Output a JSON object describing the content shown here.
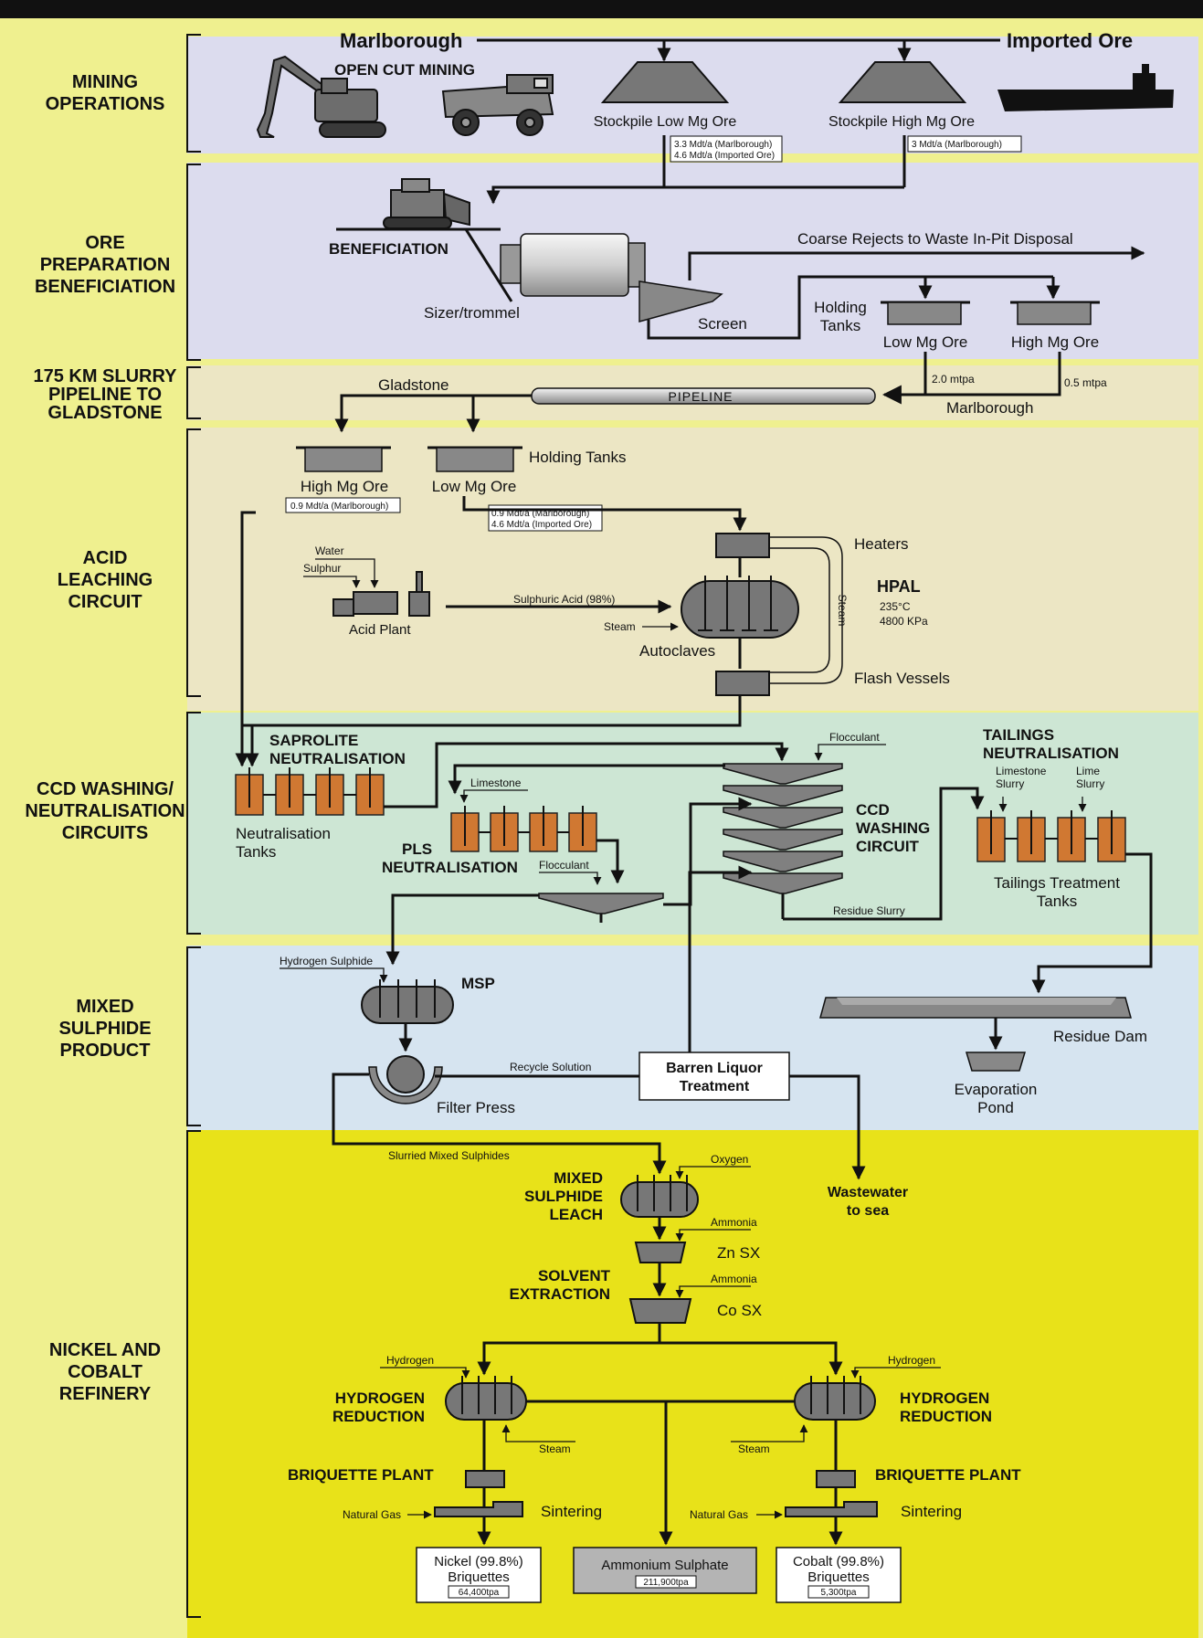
{
  "colors": {
    "outer_bg": "#eff08f",
    "mining_bg": "#dcdcee",
    "pipeline_bg": "#ece6c4",
    "ccd_bg": "#cde6d4",
    "msp_bg": "#d6e4f0",
    "refinery_bg": "#e8e219",
    "equipment": "#777777",
    "tank_orange": "#d07832"
  },
  "sections": [
    {
      "label_lines": [
        "MINING",
        "OPERATIONS"
      ]
    },
    {
      "label_lines": [
        "ORE",
        "PREPARATION",
        "BENEFICIATION"
      ]
    },
    {
      "label_lines": [
        "175 KM SLURRY",
        "PIPELINE TO",
        "GLADSTONE"
      ]
    },
    {
      "label_lines": [
        "ACID",
        "LEACHING",
        "CIRCUIT"
      ]
    },
    {
      "label_lines": [
        "CCD WASHING/",
        "NEUTRALISATION",
        "CIRCUITS"
      ]
    },
    {
      "label_lines": [
        "MIXED",
        "SULPHIDE",
        "PRODUCT"
      ]
    },
    {
      "label_lines": [
        "NICKEL AND",
        "COBALT",
        "REFINERY"
      ]
    }
  ],
  "mining": {
    "marlborough": "Marlborough",
    "imported_ore": "Imported Ore",
    "open_cut_mining": "OPEN CUT MINING",
    "stockpile_low": "Stockpile Low Mg Ore",
    "stockpile_high": "Stockpile High Mg Ore",
    "low_rate_1": "3.3 Mdt/a (Marlborough)",
    "low_rate_2": "4.6 Mdt/a (Imported Ore)",
    "high_rate": "3 Mdt/a (Marlborough)",
    "icons": [
      "excavator-icon",
      "haul-truck-icon",
      "ship-icon"
    ]
  },
  "prep": {
    "beneficiation": "BENEFICIATION",
    "coarse_rejects": "Coarse Rejects to Waste In-Pit Disposal",
    "sizer": "Sizer/trommel",
    "screen": "Screen",
    "holding_tanks_1": "Holding",
    "holding_tanks_2": "Tanks",
    "low_mg": "Low Mg Ore",
    "high_mg": "High Mg Ore"
  },
  "pipeline": {
    "gladstone": "Gladstone",
    "pipeline": "PIPELINE",
    "marlborough": "Marlborough",
    "rate_low": "2.0 mtpa",
    "rate_high": "0.5 mtpa"
  },
  "acid": {
    "holding_tanks": "Holding Tanks",
    "high_mg": "High Mg Ore",
    "low_mg": "Low Mg Ore",
    "high_rate": "0.9 Mdt/a (Marlborough)",
    "low_rate_1": "0.9 Mdt/a (Marlborough)",
    "low_rate_2": "4.6 Mdt/a (Imported Ore)",
    "heaters": "Heaters",
    "hpal": "HPAL",
    "temp": "235°C",
    "pressure": "4800 KPa",
    "water": "Water",
    "sulphur": "Sulphur",
    "acid_plant": "Acid Plant",
    "sulphuric_acid": "Sulphuric Acid (98%)",
    "steam": "Steam",
    "steam_loop": "Steam",
    "autoclaves": "Autoclaves",
    "flash_vessels": "Flash Vessels"
  },
  "ccd": {
    "saprolite_1": "SAPROLITE",
    "saprolite_2": "NEUTRALISATION",
    "flocculant_top": "Flocculant",
    "tailings_1": "TAILINGS",
    "tailings_2": "NEUTRALISATION",
    "limestone_slurry_1": "Limestone",
    "limestone_slurry_2": "Slurry",
    "lime_slurry_1": "Lime",
    "lime_slurry_2": "Slurry",
    "limestone": "Limestone",
    "ccd_1": "CCD",
    "ccd_2": "WASHING",
    "ccd_3": "CIRCUIT",
    "neut_tanks_1": "Neutralisation",
    "neut_tanks_2": "Tanks",
    "pls_1": "PLS",
    "pls_2": "NEUTRALISATION",
    "flocculant_mid": "Flocculant",
    "residue_slurry": "Residue Slurry",
    "tailings_tanks_1": "Tailings Treatment",
    "tailings_tanks_2": "Tanks"
  },
  "msp": {
    "hydrogen_sulphide": "Hydrogen Sulphide",
    "msp": "MSP",
    "residue_dam": "Residue Dam",
    "recycle_solution": "Recycle Solution",
    "barren_1": "Barren Liquor",
    "barren_2": "Treatment",
    "filter_press": "Filter Press",
    "evaporation_1": "Evaporation",
    "evaporation_2": "Pond"
  },
  "refinery": {
    "slurried": "Slurried Mixed Sulphides",
    "oxygen": "Oxygen",
    "msl_1": "MIXED",
    "msl_2": "SULPHIDE",
    "msl_3": "LEACH",
    "wastewater_1": "Wastewater",
    "wastewater_2": "to sea",
    "ammonia_1": "Ammonia",
    "zn_sx": "Zn SX",
    "sx_1": "SOLVENT",
    "sx_2": "EXTRACTION",
    "ammonia_2": "Ammonia",
    "co_sx": "Co SX",
    "hydrogen_left": "Hydrogen",
    "hydrogen_right": "Hydrogen",
    "hr_left_1": "HYDROGEN",
    "hr_left_2": "REDUCTION",
    "hr_right_1": "HYDROGEN",
    "hr_right_2": "REDUCTION",
    "steam_left": "Steam",
    "steam_right": "Steam",
    "briquette_left": "BRIQUETTE PLANT",
    "briquette_right": "BRIQUETTE PLANT",
    "natural_gas_left": "Natural Gas",
    "natural_gas_right": "Natural Gas",
    "sintering_left": "Sintering",
    "sintering_right": "Sintering",
    "nickel_1": "Nickel (99.8%)",
    "nickel_2": "Briquettes",
    "nickel_rate": "64,400tpa",
    "ammonium": "Ammonium Sulphate",
    "ammonium_rate": "211,900tpa",
    "cobalt_1": "Cobalt (99.8%)",
    "cobalt_2": "Briquettes",
    "cobalt_rate": "5,300tpa"
  }
}
